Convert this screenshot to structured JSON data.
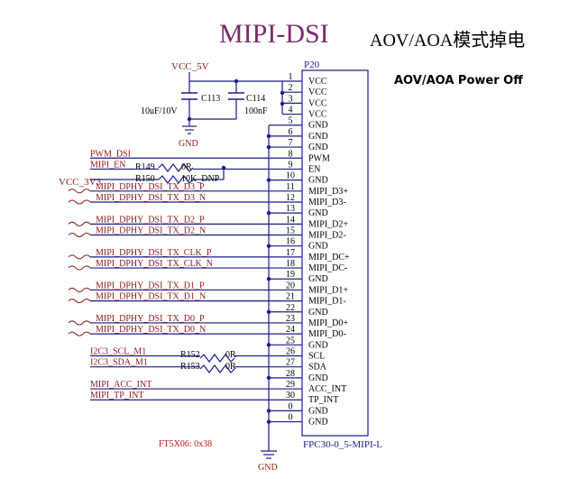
{
  "title": "MIPI-DSI",
  "subtitle": "AOV/AOA模式掉电",
  "note": "AOV/AOA Power Off",
  "colors": {
    "title": "#7a2a6e",
    "wire": "#1b1b8a",
    "net_label": "#8b1a1a",
    "pin_text": "#000000",
    "symbol": "#1b1b8a",
    "red_text": "#c0141a"
  },
  "connector": {
    "ref": "P20",
    "part": "FPC30-0_5-MIPI-L",
    "pins": [
      {
        "num": "1",
        "name": "VCC"
      },
      {
        "num": "2",
        "name": "VCC"
      },
      {
        "num": "3",
        "name": "VCC"
      },
      {
        "num": "4",
        "name": "VCC"
      },
      {
        "num": "5",
        "name": "GND"
      },
      {
        "num": "6",
        "name": "GND"
      },
      {
        "num": "7",
        "name": "GND"
      },
      {
        "num": "8",
        "name": "PWM"
      },
      {
        "num": "9",
        "name": "EN"
      },
      {
        "num": "10",
        "name": "GND"
      },
      {
        "num": "11",
        "name": "MIPI_D3+"
      },
      {
        "num": "12",
        "name": "MIPI_D3-"
      },
      {
        "num": "13",
        "name": "GND"
      },
      {
        "num": "14",
        "name": "MIPI_D2+"
      },
      {
        "num": "15",
        "name": "MIPI_D2-"
      },
      {
        "num": "16",
        "name": "GND"
      },
      {
        "num": "17",
        "name": "MIPI_DC+"
      },
      {
        "num": "18",
        "name": "MIPI_DC-"
      },
      {
        "num": "19",
        "name": "GND"
      },
      {
        "num": "20",
        "name": "MIPI_D1+"
      },
      {
        "num": "21",
        "name": "MIPI_D1-"
      },
      {
        "num": "22",
        "name": "GND"
      },
      {
        "num": "23",
        "name": "MIPI_D0+"
      },
      {
        "num": "24",
        "name": "MIPI_D0-"
      },
      {
        "num": "25",
        "name": "GND"
      },
      {
        "num": "26",
        "name": "SCL"
      },
      {
        "num": "27",
        "name": "SDA"
      },
      {
        "num": "28",
        "name": "GND"
      },
      {
        "num": "29",
        "name": "ACC_INT"
      },
      {
        "num": "30",
        "name": "TP_INT"
      },
      {
        "num": "0",
        "name": "GND"
      },
      {
        "num": "0",
        "name": "GND"
      }
    ]
  },
  "power": {
    "vcc5": "VCC_5V",
    "vcc3": "VCC_3V3",
    "gnd_top": "GND",
    "gnd_bottom": "GND"
  },
  "caps": [
    {
      "ref": "C113",
      "value": "10uF/10V"
    },
    {
      "ref": "C114",
      "value": "100nF"
    }
  ],
  "resistors": [
    {
      "ref": "R149",
      "value": "0R"
    },
    {
      "ref": "R150",
      "value": "10K_DNP"
    },
    {
      "ref": "R152",
      "value": "0R"
    },
    {
      "ref": "R153",
      "value": "0R"
    }
  ],
  "nets": {
    "pwm": "PWM_DSI",
    "en": "MIPI_EN",
    "d3p": "MIPI_DPHY_DSI_TX_D3_P",
    "d3n": "MIPI_DPHY_DSI_TX_D3_N",
    "d2p": "MIPI_DPHY_DSI_TX_D2_P",
    "d2n": "MIPI_DPHY_DSI_TX_D2_N",
    "clkp": "MIPI_DPHY_DSI_TX_CLK_P",
    "clkn": "MIPI_DPHY_DSI_TX_CLK_N",
    "d1p": "MIPI_DPHY_DSI_TX_D1_P",
    "d1n": "MIPI_DPHY_DSI_TX_D1_N",
    "d0p": "MIPI_DPHY_DSI_TX_D0_P",
    "d0n": "MIPI_DPHY_DSI_TX_D0_N",
    "scl": "I2C3_SCL_M1",
    "sda": "I2C3_SDA_M1",
    "acc": "MIPI_ACC_INT",
    "tp": "MIPI_TP_INT"
  },
  "footnote": "FT5X06:  0x38"
}
